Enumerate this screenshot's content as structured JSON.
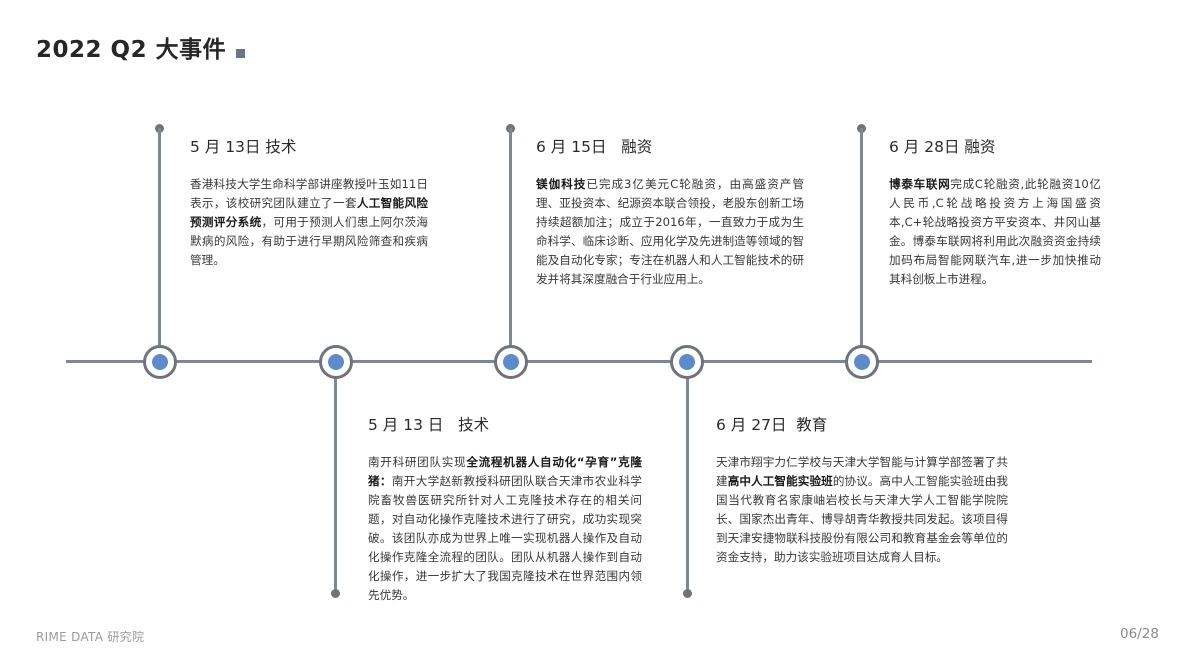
{
  "page": {
    "title": "2022 Q2 大事件"
  },
  "events": [
    {
      "date": "5月 13日",
      "category": "技术",
      "head": "5 月 13日 技术",
      "body_pre": "香港科技大学生命科学部讲座教授叶玉如11日表示，该校研究团队建立了一套",
      "body_bold": "人工智能风险预测评分系统",
      "body_post": "，可用于预测人们患上阿尔茨海默病的风险，有助于进行早期风险筛查和疾病管理。",
      "position": "top"
    },
    {
      "date": "5月 13日",
      "category": "技术",
      "head": "5 月 13 日   技术",
      "body_pre": "南开科研团队实现",
      "body_bold": "全流程机器人自动化“孕育”克隆猪：",
      "body_post": "南开大学赵新教授科研团队联合天津市农业科学院畜牧兽医研究所针对人工克隆技术存在的相关问题，对自动化操作克隆技术进行了研究，成功实现突破。该团队亦成为世界上唯一实现机器人操作及自动化操作克隆全流程的团队。团队从机器人操作到自动化操作，进一步扩大了我国克隆技术在世界范围内领先优势。",
      "position": "bottom"
    },
    {
      "date": "6月 15日",
      "category": "融资",
      "head": "6 月 15日   融资",
      "body_pre": "",
      "body_bold": "镁伽科技",
      "body_post": "已完成3亿美元C轮融资，由高盛资产管理、亚投资本、纪源资本联合领投，老股东创新工场持续超额加注；成立于2016年，一直致力于成为生命科学、临床诊断、应用化学及先进制造等领域的智能及自动化专家；专注在机器人和人工智能技术的研发并将其深度融合于行业应用上。",
      "position": "top"
    },
    {
      "date": "6月 27日",
      "category": "教育",
      "head": "6 月 27日  教育",
      "body_pre": "天津市翔宇力仁学校与天津大学智能与计算学部签署了共建",
      "body_bold": "高中人工智能实验班",
      "body_post": "的协议。高中人工智能实验班由我国当代教育名家康岫岩校长与天津大学人工智能学院院长、国家杰出青年、博导胡青华教授共同发起。该项目得到天津安捷物联科技股份有限公司和教育基金会等单位的资金支持，助力该实验班项目达成育人目标。",
      "position": "bottom"
    },
    {
      "date": "6月 28日",
      "category": "融资",
      "head": "6 月 28日 融资",
      "body_pre": "",
      "body_bold": "博泰车联网",
      "body_post": "完成C轮融资,此轮融资10亿人民币,C轮战略投资方上海国盛资本,C+轮战略投资方平安资本、井冈山基金。博泰车联网将利用此次融资资金持续加码布局智能网联汽车,进一步加快推动其科创板上市进程。",
      "position": "top"
    }
  ],
  "colors": {
    "axis": "#7d8893",
    "node_ring": "#6e7479",
    "node_dot": "#5f8cc8"
  },
  "footer": {
    "brand": "RIME DATA 研究院",
    "page_indicator": "06/28"
  }
}
